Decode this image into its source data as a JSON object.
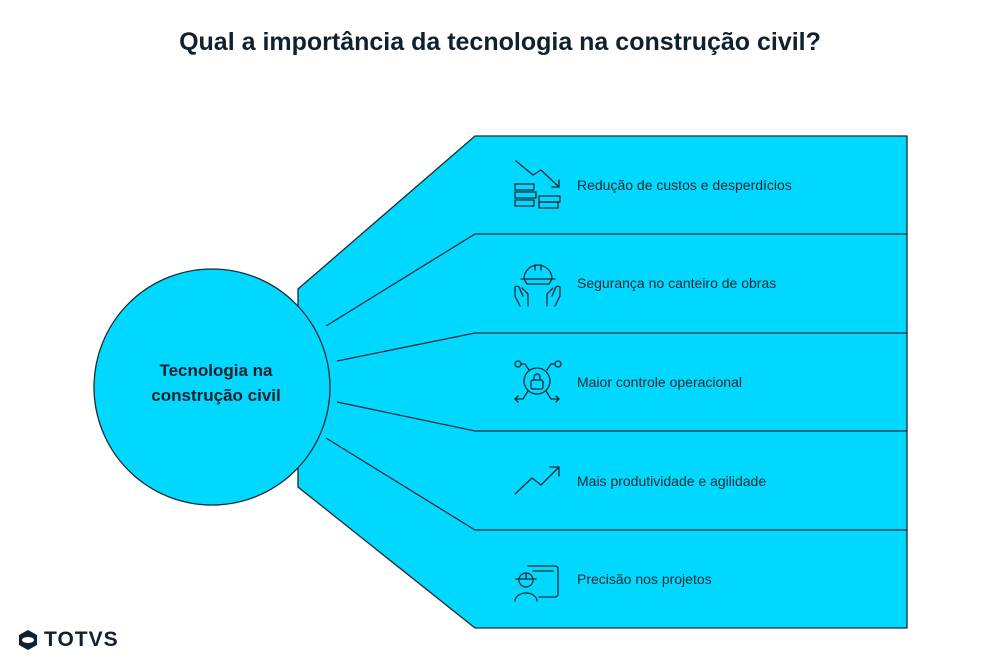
{
  "title": "Qual a importância da tecnologia na construção civil?",
  "center": {
    "line1": "Tecnologia na",
    "line2": "construção civil"
  },
  "items": [
    {
      "label": "Redução de custos e desperdícios",
      "icon": "cost-reduction-icon"
    },
    {
      "label": "Segurança no canteiro de obras",
      "icon": "safety-helmet-hands-icon"
    },
    {
      "label": "Maior controle operacional",
      "icon": "lock-network-icon"
    },
    {
      "label": "Mais produtividade e agilidade",
      "icon": "trend-up-icon"
    },
    {
      "label": "Precisão nos projetos",
      "icon": "engineer-blueprint-icon"
    }
  ],
  "logo": "TOTVS",
  "colors": {
    "fill": "#00D8FF",
    "stroke": "#1a2a33",
    "text": "#10202c"
  }
}
